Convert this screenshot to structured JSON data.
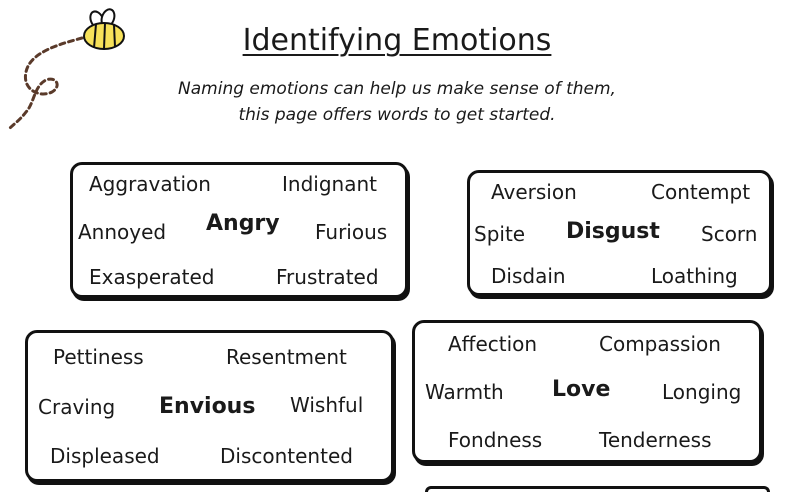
{
  "header": {
    "title": "Identifying Emotions",
    "subtitle_line1": "Naming emotions can help us make sense of them,",
    "subtitle_line2": "this page offers words to get started."
  },
  "boxes": [
    {
      "core": "Angry",
      "words": [
        "Aggravation",
        "Indignant",
        "Annoyed",
        "Furious",
        "Exasperated",
        "Frustrated"
      ]
    },
    {
      "core": "Disgust",
      "words": [
        "Aversion",
        "Contempt",
        "Spite",
        "Scorn",
        "Disdain",
        "Loathing"
      ]
    },
    {
      "core": "Envious",
      "words": [
        "Pettiness",
        "Resentment",
        "Craving",
        "Wishful",
        "Displeased",
        "Discontented"
      ]
    },
    {
      "core": "Love",
      "words": [
        "Affection",
        "Compassion",
        "Warmth",
        "Longing",
        "Fondness",
        "Tenderness"
      ]
    }
  ],
  "colors": {
    "bee_yellow": "#f7e25a",
    "ink": "#111111",
    "trail": "#5a3a2a"
  },
  "icons": [
    "bee-icon"
  ]
}
